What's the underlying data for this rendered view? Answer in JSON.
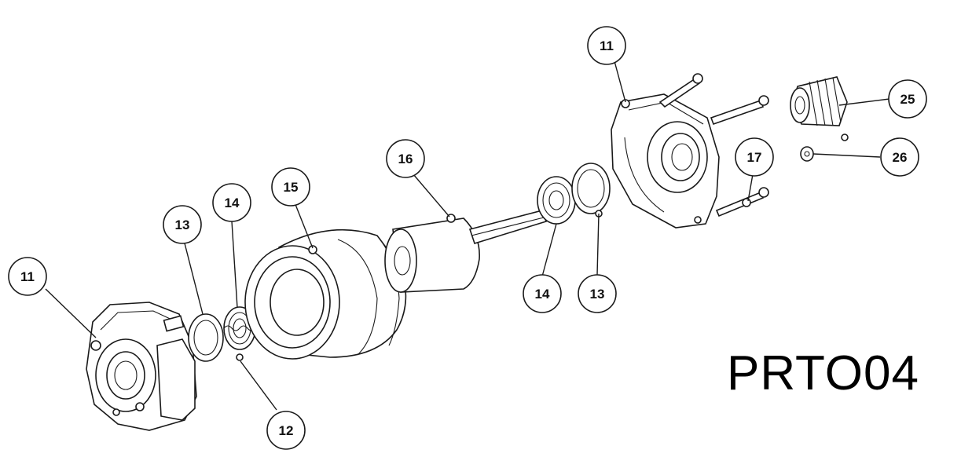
{
  "diagram": {
    "code": "PRTO04",
    "callouts": [
      {
        "id": "c11-left",
        "label": "11"
      },
      {
        "id": "c13-left",
        "label": "13"
      },
      {
        "id": "c14-left",
        "label": "14"
      },
      {
        "id": "c15",
        "label": "15"
      },
      {
        "id": "c16",
        "label": "16"
      },
      {
        "id": "c12",
        "label": "12"
      },
      {
        "id": "c14-right",
        "label": "14"
      },
      {
        "id": "c13-right",
        "label": "13"
      },
      {
        "id": "c11-right",
        "label": "11"
      },
      {
        "id": "c17",
        "label": "17"
      },
      {
        "id": "c25",
        "label": "25"
      },
      {
        "id": "c26",
        "label": "26"
      }
    ]
  }
}
